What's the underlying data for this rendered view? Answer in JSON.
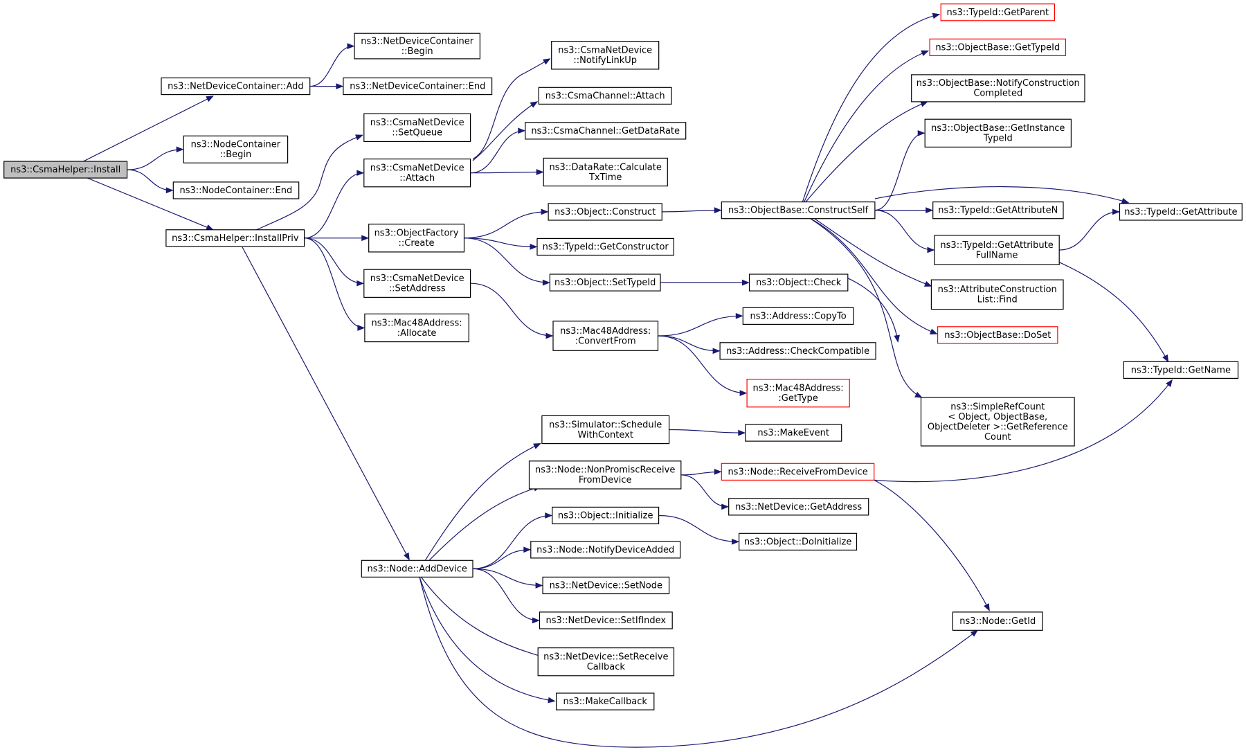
{
  "colors": {
    "edge": "#191970",
    "truncated_border": "#ff0000",
    "root_fill": "#bfbfbf",
    "node_border": "#000000"
  },
  "nodes": [
    {
      "id": "install",
      "lines": [
        "ns3::CsmaHelper::Install"
      ],
      "root": true
    },
    {
      "id": "ndc_add",
      "lines": [
        "ns3::NetDeviceContainer::Add"
      ]
    },
    {
      "id": "ndc_begin",
      "lines": [
        "ns3::NetDeviceContainer",
        "::Begin"
      ]
    },
    {
      "id": "ndc_end",
      "lines": [
        "ns3::NetDeviceContainer::End"
      ]
    },
    {
      "id": "nc_begin",
      "lines": [
        "ns3::NodeContainer",
        "::Begin"
      ]
    },
    {
      "id": "nc_end",
      "lines": [
        "ns3::NodeContainer::End"
      ]
    },
    {
      "id": "installpriv",
      "lines": [
        "ns3::CsmaHelper::InstallPriv"
      ]
    },
    {
      "id": "cnd_setqueue",
      "lines": [
        "ns3::CsmaNetDevice",
        "::SetQueue"
      ]
    },
    {
      "id": "cnd_attach",
      "lines": [
        "ns3::CsmaNetDevice",
        "::Attach"
      ]
    },
    {
      "id": "of_create",
      "lines": [
        "ns3::ObjectFactory",
        "::Create"
      ]
    },
    {
      "id": "cnd_setaddress",
      "lines": [
        "ns3::CsmaNetDevice",
        "::SetAddress"
      ]
    },
    {
      "id": "mac_allocate",
      "lines": [
        "ns3::Mac48Address:",
        ":Allocate"
      ]
    },
    {
      "id": "node_adddevice",
      "lines": [
        "ns3::Node::AddDevice"
      ]
    },
    {
      "id": "cnd_notifylinkup",
      "lines": [
        "ns3::CsmaNetDevice",
        "::NotifyLinkUp"
      ]
    },
    {
      "id": "cc_attach",
      "lines": [
        "ns3::CsmaChannel::Attach"
      ]
    },
    {
      "id": "cc_getdatarate",
      "lines": [
        "ns3::CsmaChannel::GetDataRate"
      ]
    },
    {
      "id": "dr_calc",
      "lines": [
        "ns3::DataRate::Calculate",
        "TxTime"
      ]
    },
    {
      "id": "obj_construct",
      "lines": [
        "ns3::Object::Construct"
      ]
    },
    {
      "id": "tid_getconstructor",
      "lines": [
        "ns3::TypeId::GetConstructor"
      ]
    },
    {
      "id": "obj_settypeid",
      "lines": [
        "ns3::Object::SetTypeId"
      ]
    },
    {
      "id": "mac_convertfrom",
      "lines": [
        "ns3::Mac48Address:",
        ":ConvertFrom"
      ]
    },
    {
      "id": "ob_constructself",
      "lines": [
        "ns3::ObjectBase::ConstructSelf"
      ]
    },
    {
      "id": "obj_check",
      "lines": [
        "ns3::Object::Check"
      ]
    },
    {
      "id": "addr_copyto",
      "lines": [
        "ns3::Address::CopyTo"
      ]
    },
    {
      "id": "addr_checkcompat",
      "lines": [
        "ns3::Address::CheckCompatible"
      ]
    },
    {
      "id": "mac_gettype",
      "lines": [
        "ns3::Mac48Address:",
        ":GetType"
      ],
      "truncated": true
    },
    {
      "id": "tid_getparent",
      "lines": [
        "ns3::TypeId::GetParent"
      ],
      "truncated": true
    },
    {
      "id": "ob_gettypeid",
      "lines": [
        "ns3::ObjectBase::GetTypeId"
      ],
      "truncated": true
    },
    {
      "id": "ob_notifyconstruction",
      "lines": [
        "ns3::ObjectBase::NotifyConstruction",
        "Completed"
      ]
    },
    {
      "id": "ob_getinstancetypeid",
      "lines": [
        "ns3::ObjectBase::GetInstance",
        "TypeId"
      ]
    },
    {
      "id": "tid_getattributen",
      "lines": [
        "ns3::TypeId::GetAttributeN"
      ]
    },
    {
      "id": "tid_getattributefullname",
      "lines": [
        "ns3::TypeId::GetAttribute",
        "FullName"
      ]
    },
    {
      "id": "acl_find",
      "lines": [
        "ns3::AttributeConstruction",
        "List::Find"
      ]
    },
    {
      "id": "ob_doset",
      "lines": [
        "ns3::ObjectBase::DoSet"
      ],
      "truncated": true
    },
    {
      "id": "src_getrefcount",
      "lines": [
        "ns3::SimpleRefCount",
        "< Object, ObjectBase,",
        "ObjectDeleter >::GetReference",
        "Count"
      ]
    },
    {
      "id": "tid_getattribute",
      "lines": [
        "ns3::TypeId::GetAttribute"
      ]
    },
    {
      "id": "tid_getname",
      "lines": [
        "ns3::TypeId::GetName"
      ]
    },
    {
      "id": "sim_schedule",
      "lines": [
        "ns3::Simulator::Schedule",
        "WithContext"
      ]
    },
    {
      "id": "node_nonpromisc",
      "lines": [
        "ns3::Node::NonPromiscReceive",
        "FromDevice"
      ]
    },
    {
      "id": "obj_initialize",
      "lines": [
        "ns3::Object::Initialize"
      ]
    },
    {
      "id": "node_notifyadded",
      "lines": [
        "ns3::Node::NotifyDeviceAdded"
      ]
    },
    {
      "id": "nd_setnode",
      "lines": [
        "ns3::NetDevice::SetNode"
      ]
    },
    {
      "id": "nd_setifindex",
      "lines": [
        "ns3::NetDevice::SetIfIndex"
      ]
    },
    {
      "id": "nd_setreceivecb",
      "lines": [
        "ns3::NetDevice::SetReceive",
        "Callback"
      ]
    },
    {
      "id": "makecallback",
      "lines": [
        "ns3::MakeCallback"
      ]
    },
    {
      "id": "makeevent",
      "lines": [
        "ns3::MakeEvent"
      ]
    },
    {
      "id": "node_receivefromdevice",
      "lines": [
        "ns3::Node::ReceiveFromDevice"
      ],
      "truncated": true
    },
    {
      "id": "nd_getaddress",
      "lines": [
        "ns3::NetDevice::GetAddress"
      ]
    },
    {
      "id": "obj_doinitialize",
      "lines": [
        "ns3::Object::DoInitialize"
      ]
    },
    {
      "id": "node_getid",
      "lines": [
        "ns3::Node::GetId"
      ]
    }
  ],
  "edges": [
    [
      "install",
      "ndc_add"
    ],
    [
      "install",
      "nc_begin"
    ],
    [
      "install",
      "nc_end"
    ],
    [
      "install",
      "installpriv"
    ],
    [
      "ndc_add",
      "ndc_begin"
    ],
    [
      "ndc_add",
      "ndc_end"
    ],
    [
      "installpriv",
      "cnd_setqueue"
    ],
    [
      "installpriv",
      "cnd_attach"
    ],
    [
      "installpriv",
      "of_create"
    ],
    [
      "installpriv",
      "cnd_setaddress"
    ],
    [
      "installpriv",
      "mac_allocate"
    ],
    [
      "installpriv",
      "node_adddevice"
    ],
    [
      "cnd_attach",
      "cnd_notifylinkup"
    ],
    [
      "cnd_attach",
      "cc_attach"
    ],
    [
      "cnd_attach",
      "cc_getdatarate"
    ],
    [
      "cnd_attach",
      "dr_calc"
    ],
    [
      "of_create",
      "obj_construct"
    ],
    [
      "of_create",
      "tid_getconstructor"
    ],
    [
      "of_create",
      "obj_settypeid"
    ],
    [
      "cnd_setaddress",
      "mac_convertfrom"
    ],
    [
      "obj_construct",
      "ob_constructself"
    ],
    [
      "obj_settypeid",
      "obj_check"
    ],
    [
      "obj_check",
      "tid_getname"
    ],
    [
      "mac_convertfrom",
      "addr_copyto"
    ],
    [
      "mac_convertfrom",
      "addr_checkcompat"
    ],
    [
      "mac_convertfrom",
      "mac_gettype"
    ],
    [
      "ob_constructself",
      "tid_getparent"
    ],
    [
      "ob_constructself",
      "ob_gettypeid"
    ],
    [
      "ob_constructself",
      "ob_notifyconstruction"
    ],
    [
      "ob_constructself",
      "ob_getinstancetypeid"
    ],
    [
      "ob_constructself",
      "tid_getattribute"
    ],
    [
      "ob_constructself",
      "tid_getattributen"
    ],
    [
      "ob_constructself",
      "tid_getattributefullname"
    ],
    [
      "ob_constructself",
      "acl_find"
    ],
    [
      "ob_constructself",
      "ob_doset"
    ],
    [
      "ob_constructself",
      "src_getrefcount"
    ],
    [
      "tid_getattributefullname",
      "tid_getattribute"
    ],
    [
      "tid_getattributefullname",
      "tid_getname"
    ],
    [
      "node_adddevice",
      "sim_schedule"
    ],
    [
      "node_adddevice",
      "node_nonpromisc"
    ],
    [
      "node_adddevice",
      "obj_initialize"
    ],
    [
      "node_adddevice",
      "node_notifyadded"
    ],
    [
      "node_adddevice",
      "nd_setnode"
    ],
    [
      "node_adddevice",
      "nd_setifindex"
    ],
    [
      "node_adddevice",
      "nd_setreceivecb"
    ],
    [
      "node_adddevice",
      "makecallback"
    ],
    [
      "node_adddevice",
      "node_getid"
    ],
    [
      "sim_schedule",
      "makeevent"
    ],
    [
      "node_nonpromisc",
      "node_receivefromdevice"
    ],
    [
      "node_nonpromisc",
      "nd_getaddress"
    ],
    [
      "node_receivefromdevice",
      "tid_getname"
    ],
    [
      "node_receivefromdevice",
      "node_getid"
    ],
    [
      "obj_initialize",
      "obj_doinitialize"
    ]
  ]
}
